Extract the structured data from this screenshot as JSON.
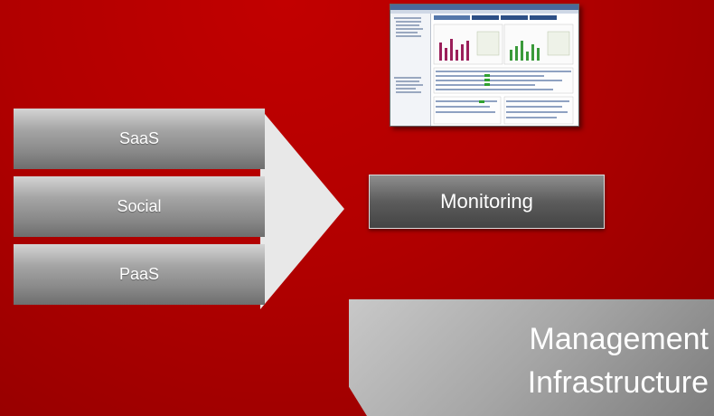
{
  "stack": [
    {
      "label": "SaaS"
    },
    {
      "label": "Social"
    },
    {
      "label": "PaaS"
    }
  ],
  "monitoring": {
    "label": "Monitoring"
  },
  "management": {
    "line1": "Management",
    "line2": "Infrastructure"
  },
  "screenshot": {
    "icon": "dashboard-screenshot-icon"
  },
  "colors": {
    "background": "#b10000",
    "box_gray": "#8a8a8a",
    "monitor_gray": "#5c5c5c"
  }
}
